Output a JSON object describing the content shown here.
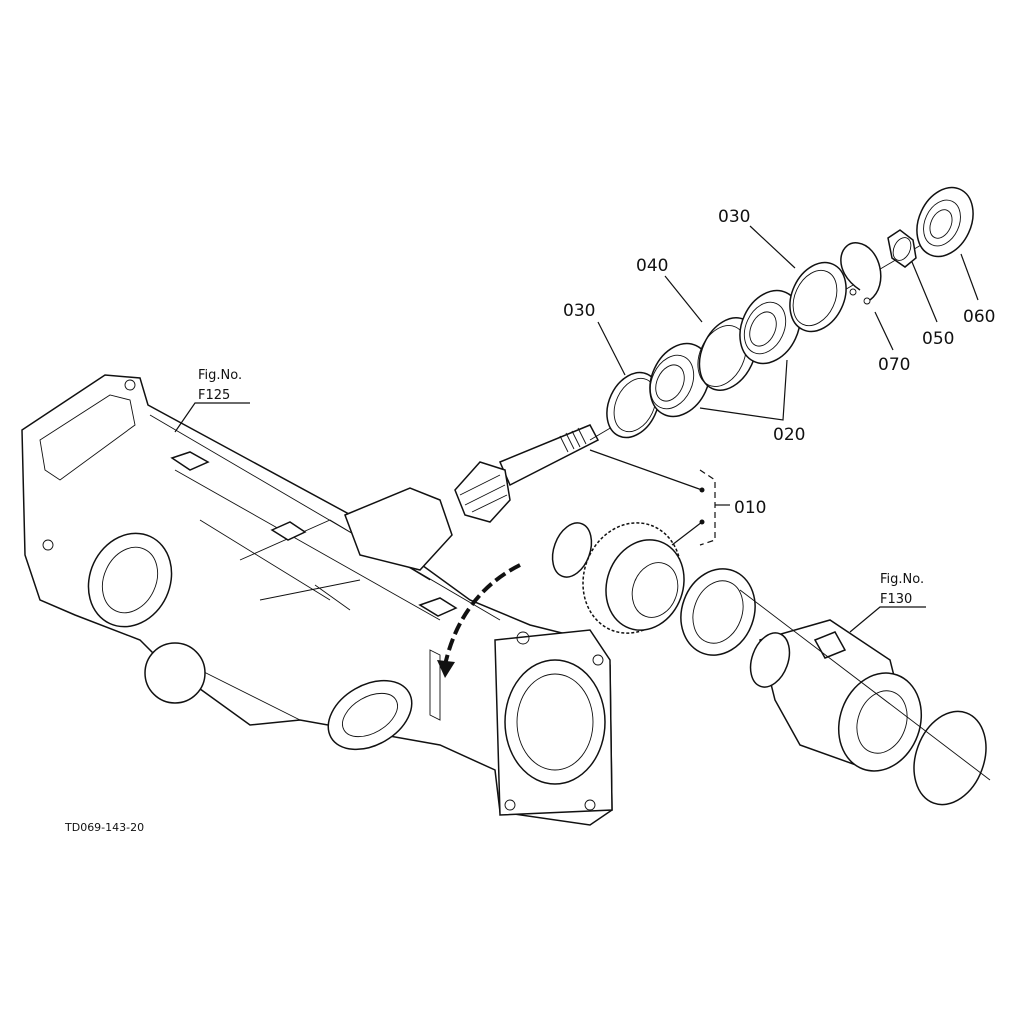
{
  "diagram": {
    "drawing_code": "TD069-143-20",
    "figure_refs": [
      {
        "prefix": "Fig.No.",
        "number": "F125"
      },
      {
        "prefix": "Fig.No.",
        "number": "F130"
      }
    ],
    "callouts": {
      "c010": "010",
      "c020": "020",
      "c030a": "030",
      "c030b": "030",
      "c040": "040",
      "c050": "050",
      "c060": "060",
      "c070": "070"
    }
  }
}
